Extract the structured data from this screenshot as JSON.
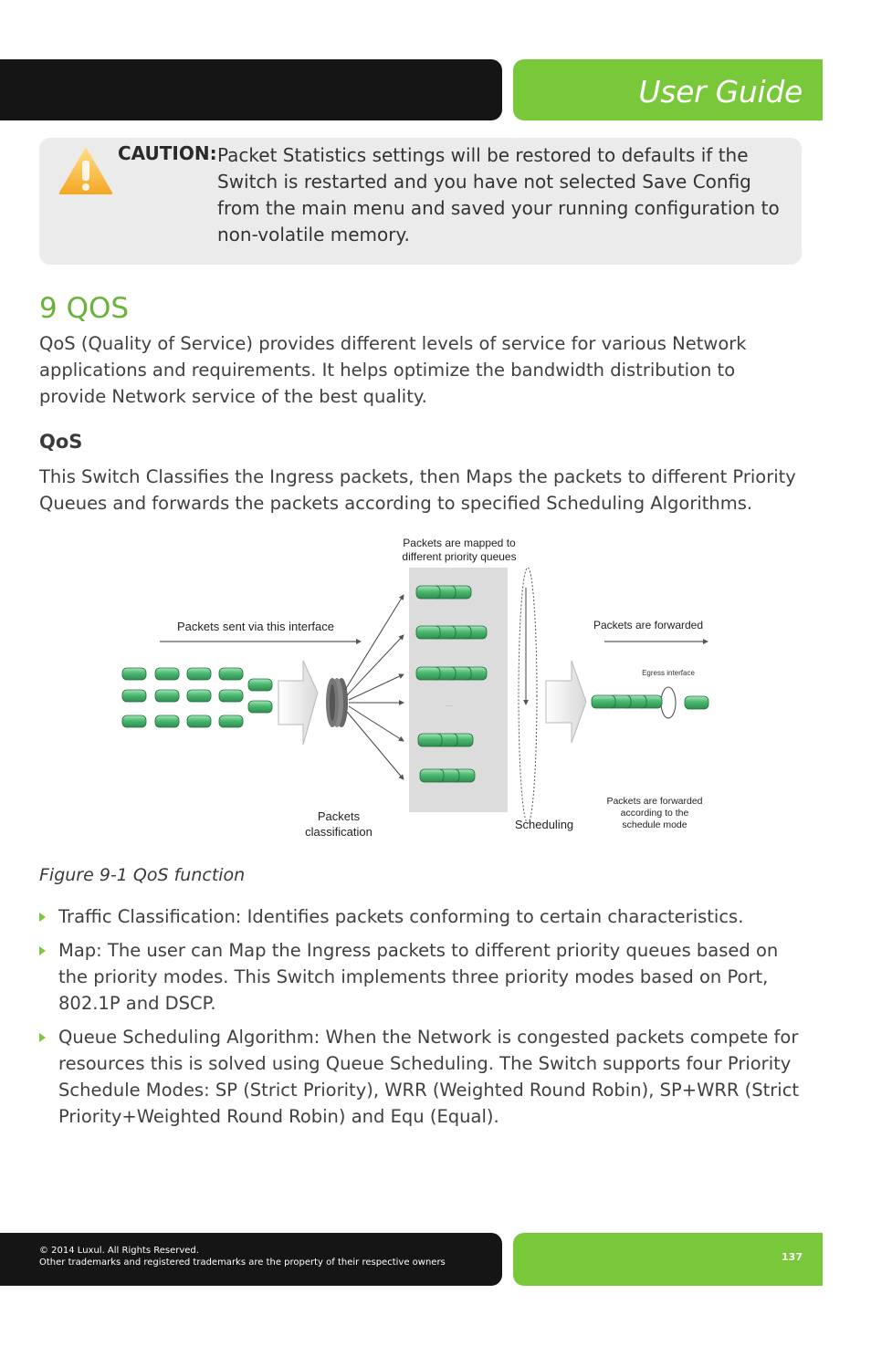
{
  "header": {
    "title": "User Guide"
  },
  "caution": {
    "label": "CAUTION:",
    "text": "Packet Statistics settings will be restored to defaults if the Switch is restarted and you have not selected Save Config from the main menu and saved your running configuration to non-volatile memory."
  },
  "section": {
    "heading": "9 QOS",
    "intro": "QoS (Quality of Service) provides different levels of service for various Network applications and requirements. It helps optimize the bandwidth distribution to provide Network service of the best quality.",
    "subheading": "QoS",
    "body": "This Switch Classifies the Ingress packets, then Maps the packets to different Priority Queues and forwards the packets according to specified Scheduling Algorithms."
  },
  "figure": {
    "labels": {
      "mapped": [
        "Packets are mapped to",
        "different priority queues"
      ],
      "sent": "Packets sent via this interface",
      "forwarded": "Packets are forwarded",
      "egress": "Egress interface",
      "classification": [
        "Packets",
        "classification"
      ],
      "scheduling": "Scheduling",
      "forwarded_mode": [
        "Packets are forwarded",
        "according to the",
        "schedule mode"
      ],
      "dots": "......"
    },
    "caption": "Figure 9-1 QoS function"
  },
  "bullets": [
    "Traffic Classification: Identifies packets conforming to certain characteristics.",
    "Map: The user can Map the Ingress packets to different priority queues based on the priority modes. This Switch implements three priority modes based on Port, 802.1P and DSCP.",
    "Queue Scheduling Algorithm: When the Network is congested packets compete for resources this is solved using Queue Scheduling. The Switch supports four Priority Schedule Modes: SP (Strict Priority), WRR (Weighted Round Robin), SP+WRR (Strict Priority+Weighted Round Robin) and Equ (Equal)."
  ],
  "footer": {
    "copyright": "© 2014  Luxul. All Rights Reserved.",
    "trademarks": "Other trademarks and registered trademarks are the property of their respective owners",
    "page_number": "137"
  },
  "colors": {
    "accent": "#78c839",
    "dark": "#151515",
    "packet": "#4bb870"
  }
}
